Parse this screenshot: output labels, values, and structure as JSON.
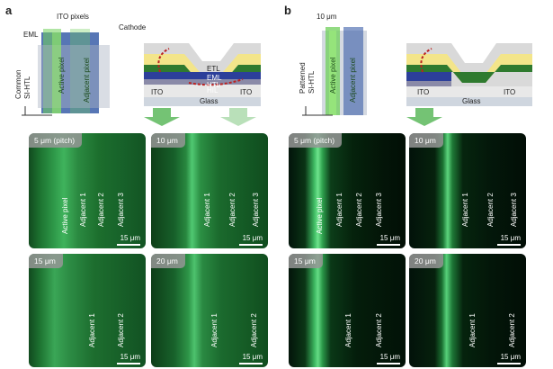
{
  "panel_a": {
    "letter": "a",
    "label_ito_pixels": "ITO pixels",
    "label_eml": "EML",
    "label_cathode": "Cathode",
    "label_common": "Common",
    "label_si_htl": "SI-HTL",
    "label_active_pixel": "Active pixel",
    "label_adjacent_pixel": "Adjacent pixel",
    "label_etl": "ETL",
    "label_eml_cross": "EML",
    "label_htl": "HTL",
    "label_hil": "HIL",
    "label_ito_left": "ITO",
    "label_ito_right": "ITO",
    "label_glass": "Glass"
  },
  "panel_b": {
    "letter": "b",
    "label_width": "10 μm",
    "label_patterned": "Patterned",
    "label_si_htl": "SI-HTL",
    "label_active_pixel": "Active pixel",
    "label_adjacent_pixel": "Adjacent pixel",
    "label_ito_left": "ITO",
    "label_ito_right": "ITO",
    "label_glass": "Glass"
  },
  "micrographs": {
    "common": [
      {
        "badge": "5 μm (pitch)",
        "labels": [
          "Active pixel",
          "Adjacent 1",
          "Adjacent 2",
          "Adjacent 3"
        ],
        "scale": "15 μm"
      },
      {
        "badge": "10 μm",
        "labels": [
          "Adjacent 1",
          "Adjacent 2",
          "Adjacent 3"
        ],
        "scale": "15 μm"
      },
      {
        "badge": "15 μm",
        "labels": [
          "Adjacent 1",
          "Adjacent 2"
        ],
        "scale": "15 μm"
      },
      {
        "badge": "20 μm",
        "labels": [
          "Adjacent 1",
          "Adjacent 2"
        ],
        "scale": "15 μm"
      }
    ],
    "patterned": [
      {
        "badge": "5 μm (pitch)",
        "labels": [
          "Active pixel",
          "Adjacent 1",
          "Adjacent 2",
          "Adjacent 3"
        ],
        "scale": "15 μm"
      },
      {
        "badge": "10 μm",
        "labels": [
          "Adjacent 1",
          "Adjacent 2",
          "Adjacent 3"
        ],
        "scale": "15 μm"
      },
      {
        "badge": "15 μm",
        "labels": [
          "Adjacent 1",
          "Adjacent 2"
        ],
        "scale": "15 μm"
      },
      {
        "badge": "20 μm",
        "labels": [
          "Adjacent 1",
          "Adjacent 2"
        ],
        "scale": "15 μm"
      }
    ]
  }
}
